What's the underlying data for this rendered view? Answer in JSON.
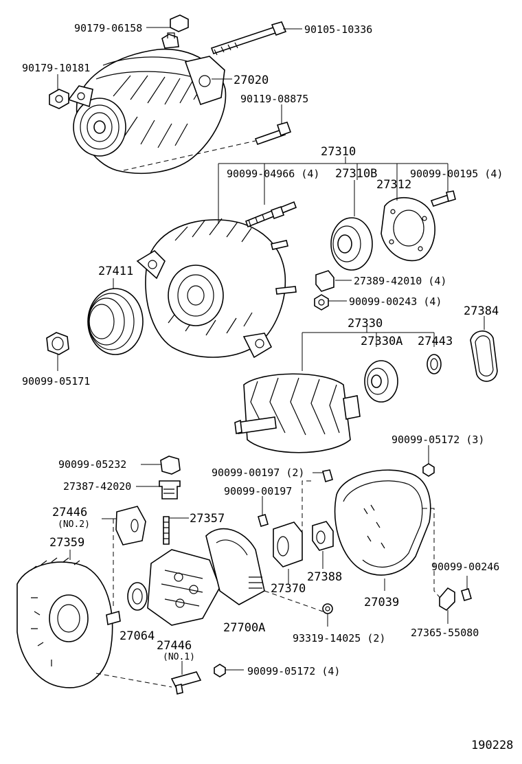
{
  "diagram": {
    "labels": {
      "p_90179_06158": "90179-06158",
      "p_90105_10336": "90105-10336",
      "p_90179_10181": "90179-10181",
      "p_27020": "27020",
      "p_90119_08875": "90119-08875",
      "p_27310": "27310",
      "p_90099_04966": "90099-04966 (4)",
      "p_27310B": "27310B",
      "p_90099_00195": "90099-00195 (4)",
      "p_27312": "27312",
      "p_27411": "27411",
      "p_27389_42010": "27389-42010 (4)",
      "p_90099_00243": "90099-00243 (4)",
      "p_27384": "27384",
      "p_27330": "27330",
      "p_27330A": "27330A",
      "p_27443": "27443",
      "p_90099_05171": "90099-05171",
      "p_90099_05172_3": "90099-05172 (3)",
      "p_90099_05232": "90099-05232",
      "p_90099_00197_2": "90099-00197 (2)",
      "p_27387_42020": "27387-42020",
      "p_90099_00197": "90099-00197",
      "p_27446_no2": "27446",
      "p_27446_no2_sub": "(NO.2)",
      "p_27357": "27357",
      "p_27359": "27359",
      "p_27388": "27388",
      "p_90099_00246": "90099-00246",
      "p_27370": "27370",
      "p_27039": "27039",
      "p_27064": "27064",
      "p_27700A": "27700A",
      "p_93319_14025": "93319-14025 (2)",
      "p_27365_55080": "27365-55080",
      "p_27446_no1": "27446",
      "p_27446_no1_sub": "(NO.1)",
      "p_90099_05172_4": "90099-05172 (4)",
      "figure_number": "190228"
    }
  }
}
